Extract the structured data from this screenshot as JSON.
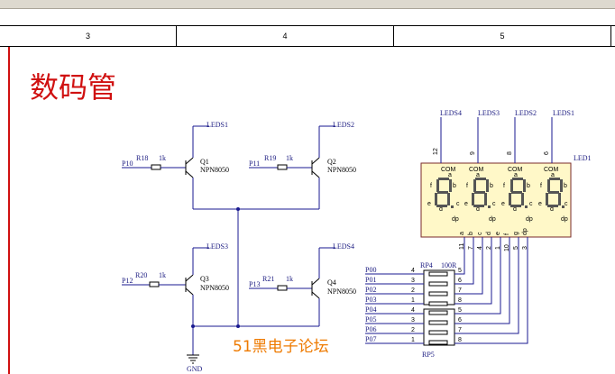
{
  "page": {
    "title": "数码管",
    "watermark": "51黑电子论坛",
    "ruler": [
      "3",
      "4",
      "5"
    ]
  },
  "transistors": [
    {
      "ref": "Q1",
      "part": "NPN8050",
      "resistor": "R18",
      "value": "1k",
      "input": "P10",
      "output": "LEDS1"
    },
    {
      "ref": "Q2",
      "part": "NPN8050",
      "resistor": "R19",
      "value": "1k",
      "input": "P11",
      "output": "LEDS2"
    },
    {
      "ref": "Q3",
      "part": "NPN8050",
      "resistor": "R20",
      "value": "1k",
      "input": "P12",
      "output": "LEDS3"
    },
    {
      "ref": "Q4",
      "part": "NPN8050",
      "resistor": "R21",
      "value": "1k",
      "input": "P13",
      "output": "LEDS4"
    }
  ],
  "ground_label": "GND",
  "display": {
    "ref": "LED1",
    "com_label": "COM",
    "top_nets": [
      "LEDS4",
      "LEDS3",
      "LEDS2",
      "LEDS1"
    ],
    "top_pins": [
      "12",
      "9",
      "8",
      "6"
    ],
    "segment_letters": [
      "a",
      "b",
      "c",
      "d",
      "e",
      "f",
      "g",
      "dp"
    ],
    "bottom_pins": [
      "11",
      "7",
      "4",
      "2",
      "1",
      "10",
      "5",
      "3"
    ],
    "bottom_letters": [
      "a",
      "b",
      "c",
      "d",
      "e",
      "f",
      "g",
      "dp"
    ]
  },
  "resistor_networks": [
    {
      "ref": "RP4",
      "value": "100R",
      "nets": [
        "P00",
        "P01",
        "P02",
        "P03"
      ],
      "left_pins": [
        "4",
        "3",
        "2",
        "1"
      ],
      "right_pins": [
        "5",
        "6",
        "7",
        "8"
      ]
    },
    {
      "ref": "RP5",
      "value": "",
      "nets": [
        "P04",
        "P05",
        "P06",
        "P07"
      ],
      "left_pins": [
        "4",
        "3",
        "2",
        "1"
      ],
      "right_pins": [
        "5",
        "6",
        "7",
        "8"
      ]
    }
  ]
}
